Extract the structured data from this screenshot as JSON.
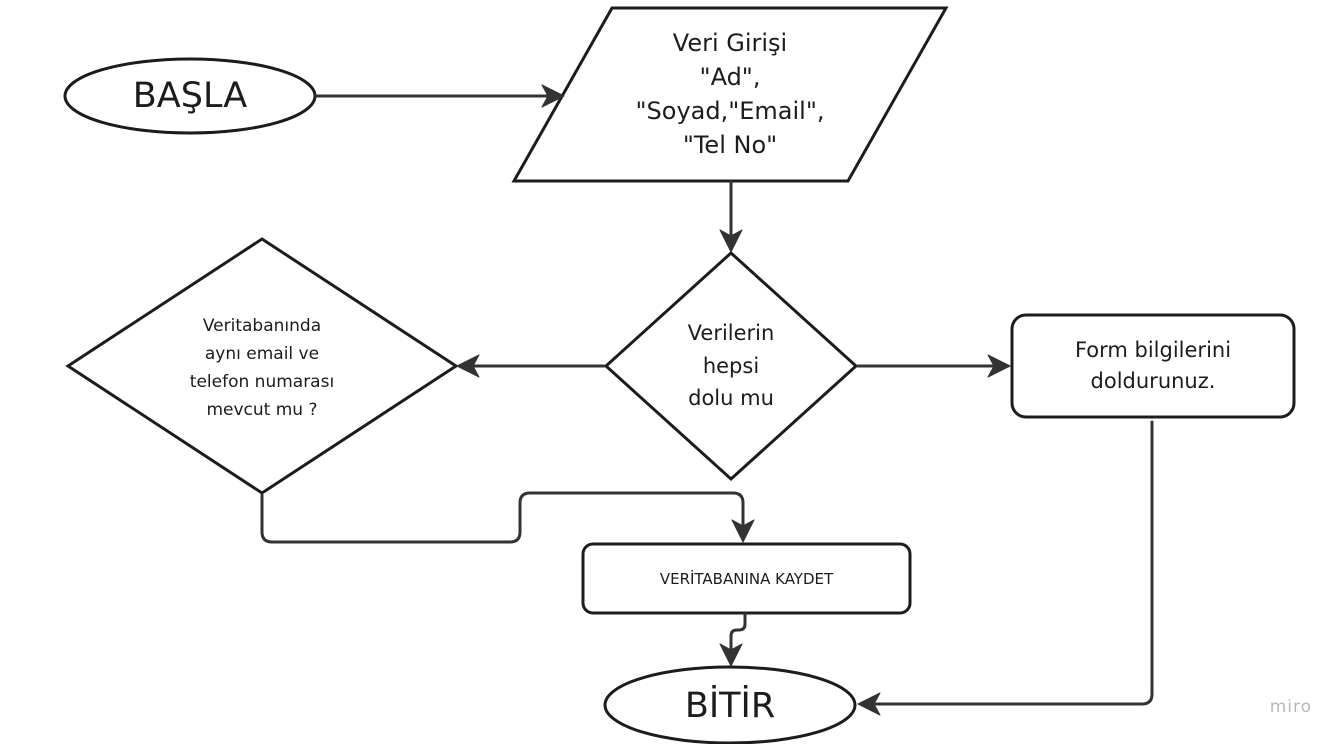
{
  "diagram": {
    "nodes": {
      "start": {
        "label": "BAŞLA"
      },
      "input": {
        "label": "Veri Girişi\n\"Ad\",\n\"Soyad,\"Email\",\n\"Tel No\""
      },
      "check_filled": {
        "label": "Verilerin\nhepsi\ndolu mu"
      },
      "check_db": {
        "label": "Veritabanında\naynı email ve\ntelefon numarası\nmevcut mu ?"
      },
      "fill_form": {
        "label": "Form bilgilerini\ndoldurunuz."
      },
      "save": {
        "label": "VERİTABANINA KAYDET"
      },
      "end": {
        "label": "BİTİR"
      }
    },
    "edges": [
      {
        "from": "start",
        "to": "input"
      },
      {
        "from": "input",
        "to": "check_filled"
      },
      {
        "from": "check_filled",
        "to": "check_db"
      },
      {
        "from": "check_filled",
        "to": "fill_form"
      },
      {
        "from": "check_db",
        "to": "save"
      },
      {
        "from": "save",
        "to": "end"
      },
      {
        "from": "fill_form",
        "to": "end"
      }
    ]
  },
  "watermark": "miro"
}
